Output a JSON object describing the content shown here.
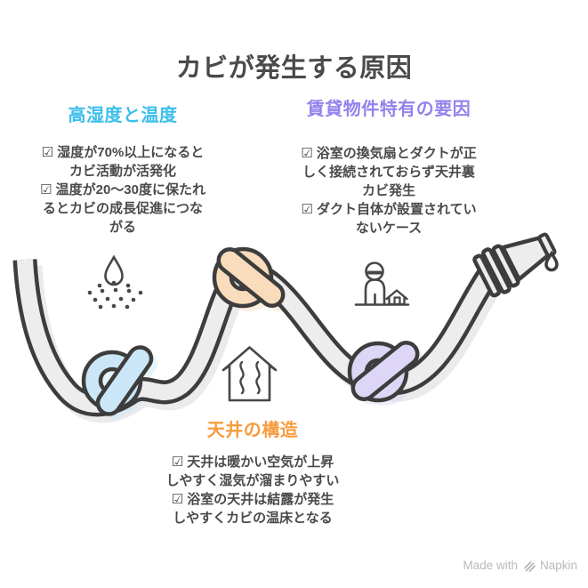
{
  "title": "カビが発生する原因",
  "colors": {
    "title_text": "#4a4a4a",
    "body_text": "#4a4a4a",
    "footer_text": "#b9b9b9"
  },
  "sections": {
    "humidity": {
      "title": "高湿度と温度",
      "color": "#3bbfec",
      "items": [
        "☑ 湿度が70%以上になるとカビ活動が活発化",
        "☑ 温度が20〜30度に保たれるとカビの成長促進につながる"
      ]
    },
    "rental": {
      "title": "賃貸物件特有の要因",
      "color": "#9183ec",
      "items": [
        "☑ 浴室の換気扇とダクトが正しく接続されておらず天井裏カビ発生",
        "☑ ダクト自体が設置されていないケース"
      ]
    },
    "ceiling": {
      "title": "天井の構造",
      "color": "#f79b3e",
      "items": [
        "☑ 天井は暖かい空気が上昇しやすく湿気が溜まりやすい",
        "☑ 浴室の天井は結露が発生しやすくカビの温床となる"
      ]
    }
  },
  "illustration": {
    "rope_fill": "#ededed",
    "rope_shadow": "#e4e4e4",
    "outline": "#3d3d3d",
    "icon_stroke": "#474747",
    "knots": [
      {
        "name": "humidity-knot",
        "color": "#cbe7f7"
      },
      {
        "name": "ceiling-knot",
        "color": "#f8dcbc"
      },
      {
        "name": "rental-knot",
        "color": "#ded6f6"
      }
    ],
    "icons": [
      "water-drop-spray-icon",
      "steam-house-icon",
      "tenant-house-icon",
      "dripping-nozzle-icon"
    ]
  },
  "footer": {
    "made_with": "Made with",
    "brand": "Napkin"
  }
}
